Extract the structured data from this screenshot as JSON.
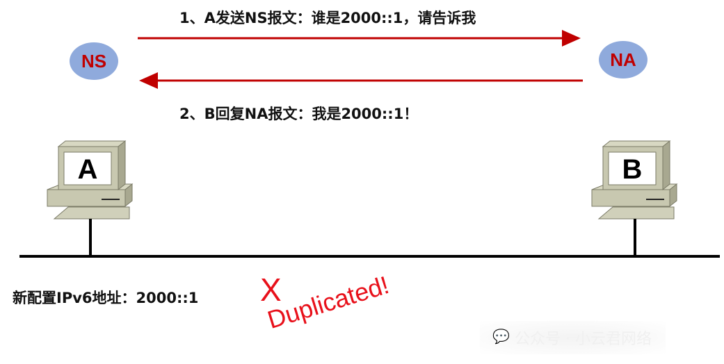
{
  "messages": {
    "ns_request": "1、A发送NS报文：谁是2000::1，请告诉我",
    "na_reply": "2、B回复NA报文：我是2000::1！"
  },
  "nodes": {
    "ns_label": "NS",
    "na_label": "NA",
    "host_a": "A",
    "host_b": "B"
  },
  "annotation": {
    "new_address": "新配置IPv6地址：2000::1",
    "x_mark": "X",
    "duplicated": "Duplicated!"
  },
  "watermark": "公众号 · 小云君网络",
  "colors": {
    "arrow": "#C00000",
    "bubble": "#8FAADC",
    "alert": "#E8101A",
    "pc_body": "#C8C8B0"
  }
}
